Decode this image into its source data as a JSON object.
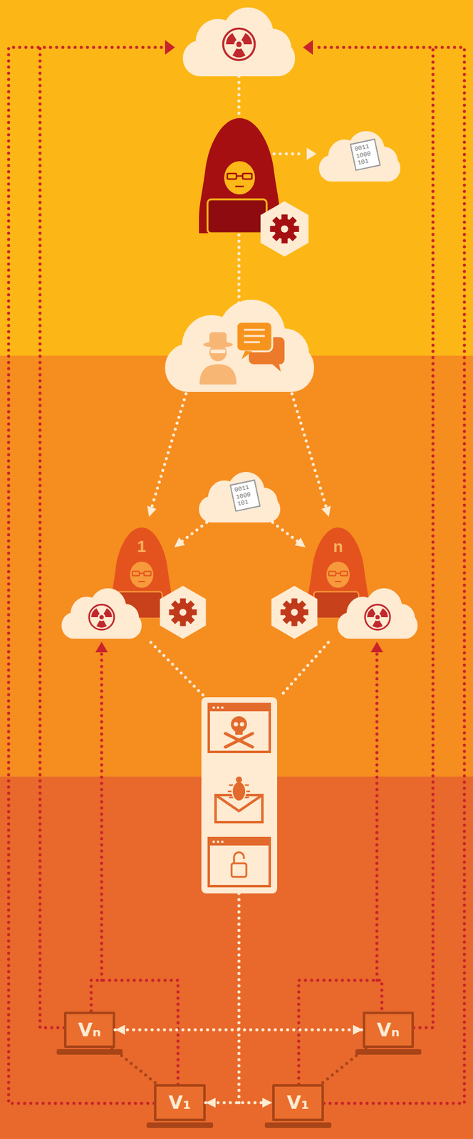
{
  "diagram": {
    "nodes": [
      {
        "text": [
          "0011 1000 101"
        ]
      },
      {
        "text": [
          "0011 1000 101"
        ]
      },
      {
        "text": [
          "1"
        ]
      },
      {
        "text": [
          "n"
        ]
      },
      {
        "text": [
          "Vₙ"
        ]
      },
      {
        "text": [
          "Vₙ"
        ]
      },
      {
        "text": [
          "V₁"
        ]
      },
      {
        "text": [
          "V₁"
        ]
      }
    ],
    "edges": [
      {
        "from": 1,
        "to": 2,
        "arrow": "to"
      },
      {
        "from": 1,
        "to": 3,
        "arrow": "to"
      },
      {
        "from": 4,
        "to": 5,
        "arrow": "both"
      },
      {
        "from": 6,
        "to": 7,
        "arrow": "both"
      },
      {
        "from": 4,
        "to": 6,
        "arrow": "none"
      },
      {
        "from": 5,
        "to": 7,
        "arrow": "none"
      }
    ]
  }
}
